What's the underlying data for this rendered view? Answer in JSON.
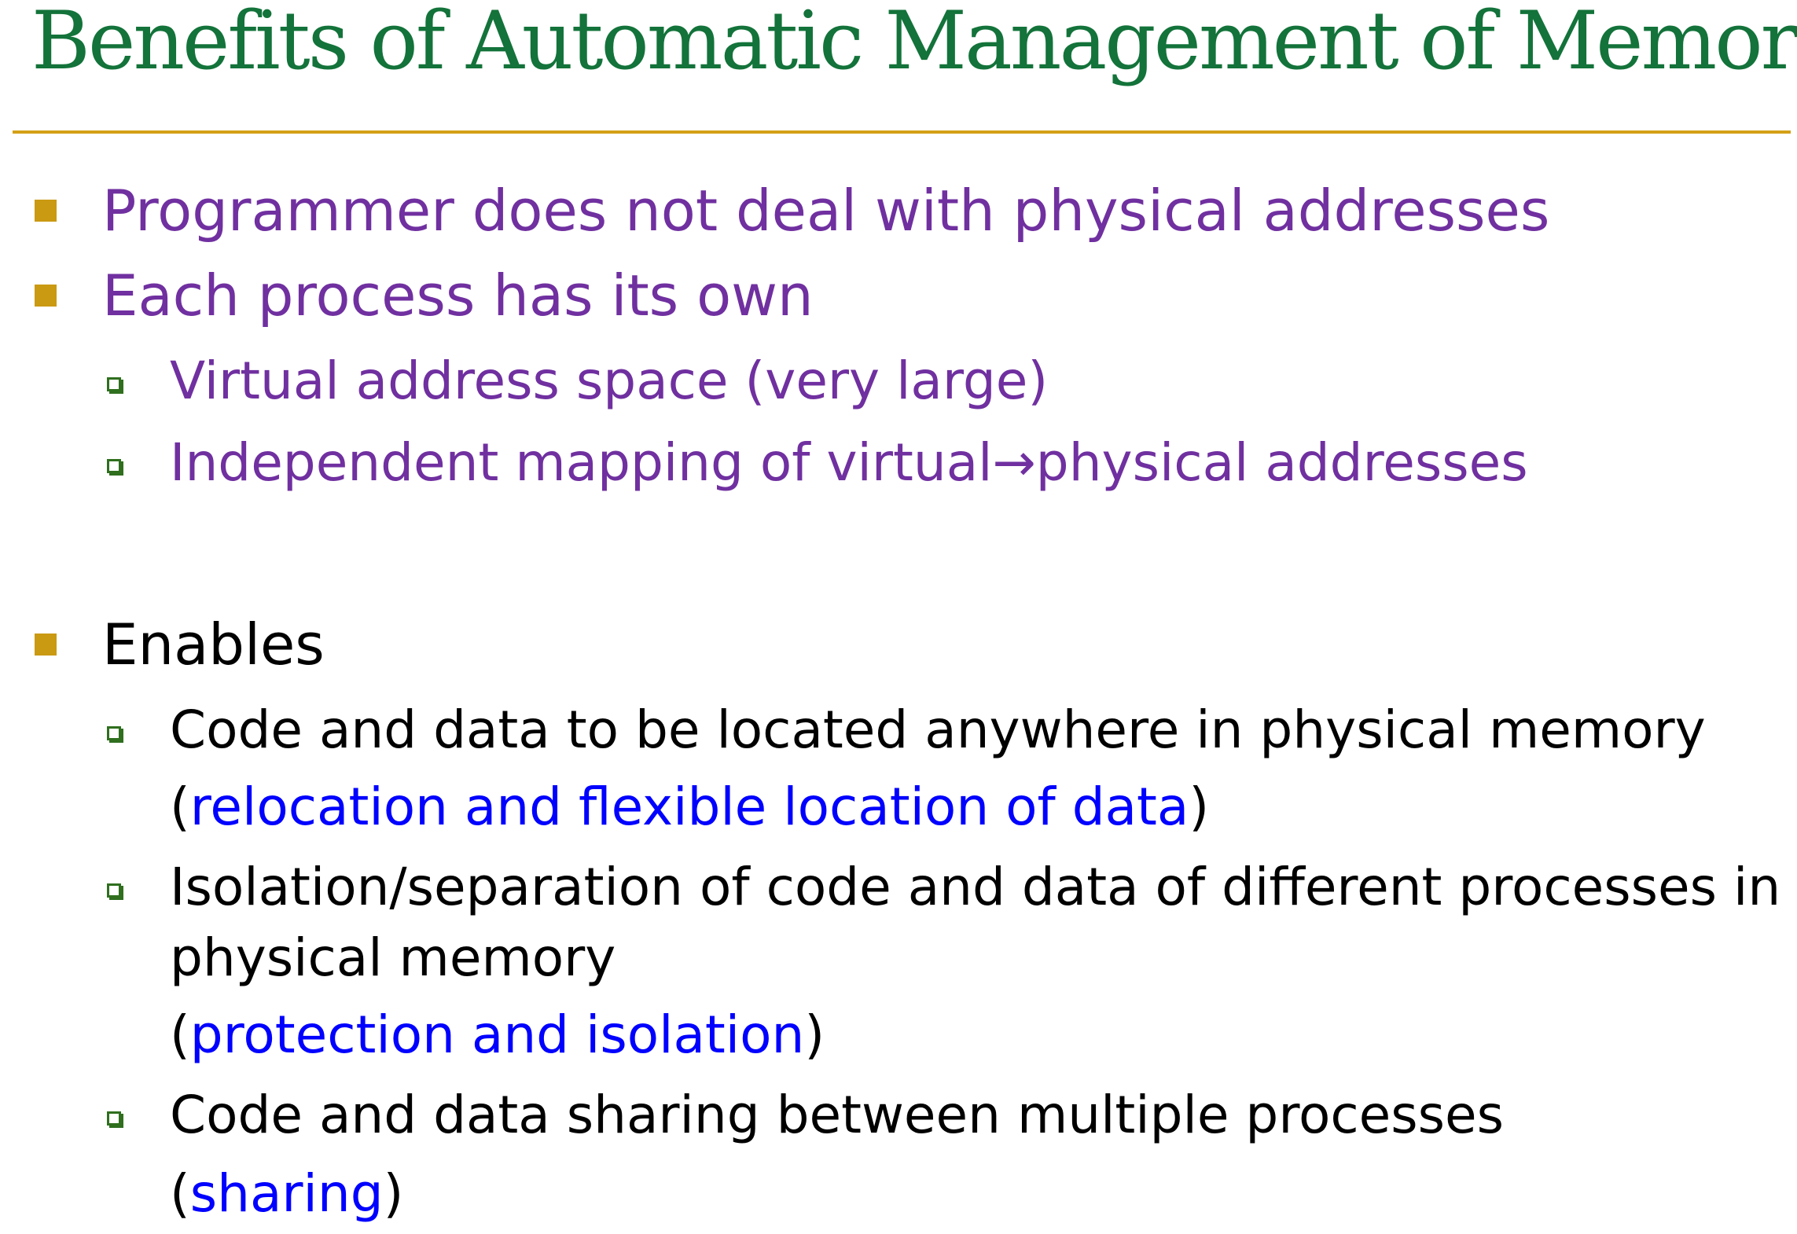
{
  "title": "Benefits of Automatic Management of Memory",
  "section1": {
    "item1": "Programmer does not deal with physical addresses",
    "item2": "Each process has its own",
    "sub1": "Virtual address space (very large)",
    "sub2": "Independent mapping of virtual→physical addresses"
  },
  "section2": {
    "heading": "Enables",
    "sub1": {
      "text": "Code and data to be located anywhere in physical memory",
      "paren_open": "(",
      "note": "relocation and flexible location of data",
      "paren_close": ")"
    },
    "sub2": {
      "text_line1": "Isolation/separation of code and data of different processes in",
      "text_line2": "physical memory",
      "paren_open": "(",
      "note": "protection and isolation",
      "paren_close": ")"
    },
    "sub3": {
      "text": "Code and data sharing between multiple processes",
      "paren_open": "(",
      "note": "sharing",
      "paren_close": ")"
    }
  },
  "colors": {
    "title": "#13733a",
    "rule": "#d4a017",
    "bullet_square": "#c99a12",
    "purple_text": "#7030a0",
    "note_text": "#0000ff"
  }
}
